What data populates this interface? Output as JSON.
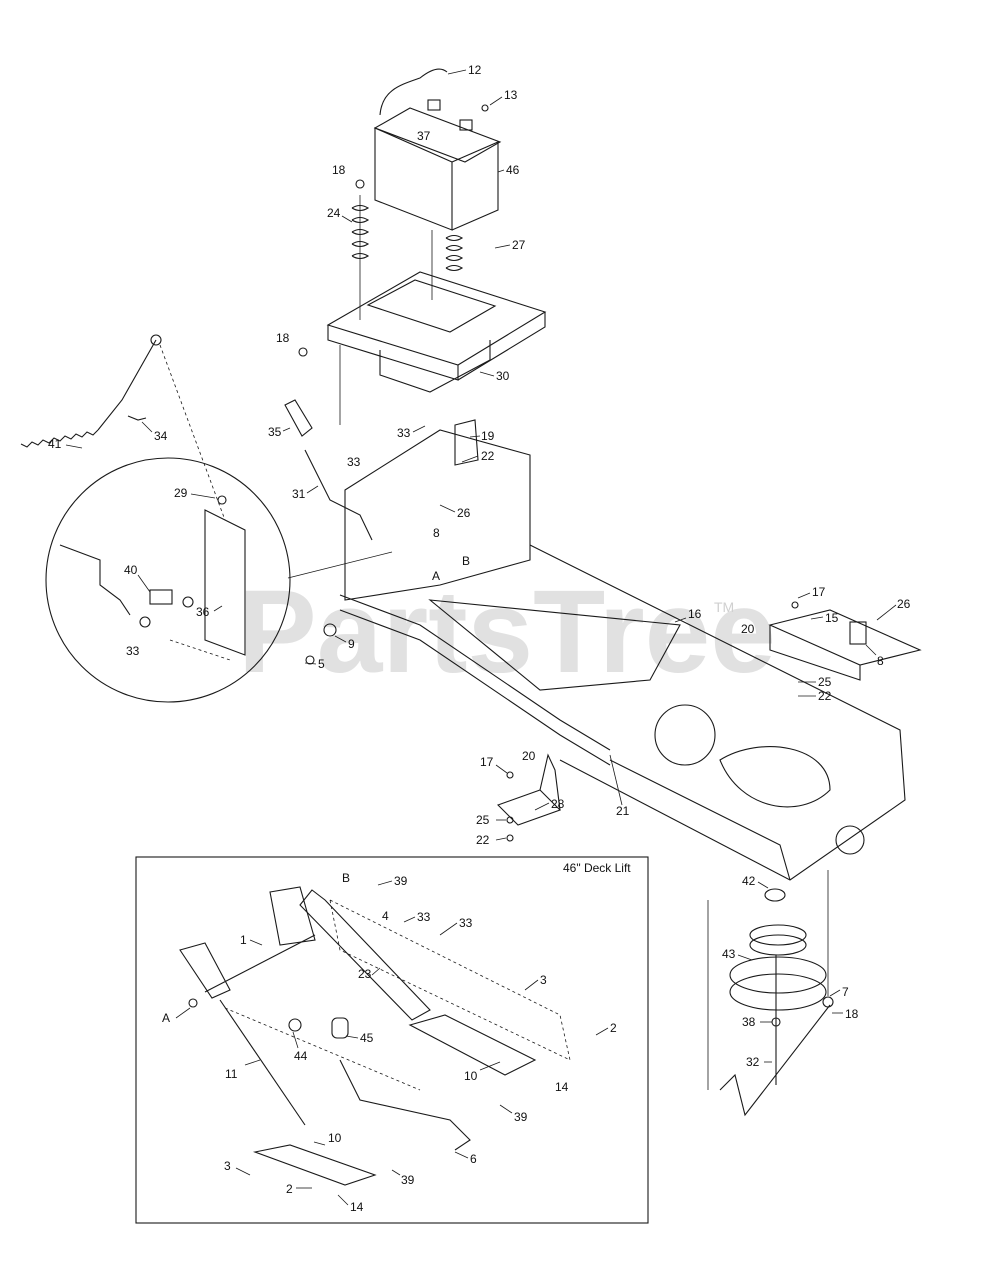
{
  "watermark": {
    "text": "PartsTree",
    "tm": "TM"
  },
  "inset": {
    "title": "46\" Deck Lift"
  },
  "callouts": {
    "c12": "12",
    "c13": "13",
    "c37": "37",
    "c46": "46",
    "c18a": "18",
    "c24": "24",
    "c27": "27",
    "c18b": "18",
    "c30": "30",
    "c41": "41",
    "c34": "34",
    "c35": "35",
    "c33a": "33",
    "c19": "19",
    "c22a": "22",
    "c33b": "33",
    "c31": "31",
    "c29": "29",
    "c26a": "26",
    "c8a": "8",
    "cBa": "B",
    "cAa": "A",
    "c40": "40",
    "c36": "36",
    "c33c": "33",
    "c9": "9",
    "c5": "5",
    "c16": "16",
    "c17a": "17",
    "c20a": "20",
    "c15": "15",
    "c26b": "26",
    "c8b": "8",
    "c25a": "25",
    "c22b": "22",
    "c17b": "17",
    "c20b": "20",
    "c28": "28",
    "c21": "21",
    "c25b": "25",
    "c22c": "22",
    "cBb": "B",
    "c39a": "39",
    "c4": "4",
    "c33d": "33",
    "c33e": "33",
    "c1": "1",
    "c3a": "3",
    "c23": "23",
    "c2a": "2",
    "cAb": "A",
    "c45": "45",
    "c44": "44",
    "c11": "11",
    "c10a": "10",
    "c14a": "14",
    "c39b": "39",
    "c6": "6",
    "c10b": "10",
    "c3b": "3",
    "c39c": "39",
    "c2b": "2",
    "c14b": "14",
    "c42": "42",
    "c43": "43",
    "c7": "7",
    "c18c": "18",
    "c38": "38",
    "c32": "32"
  }
}
